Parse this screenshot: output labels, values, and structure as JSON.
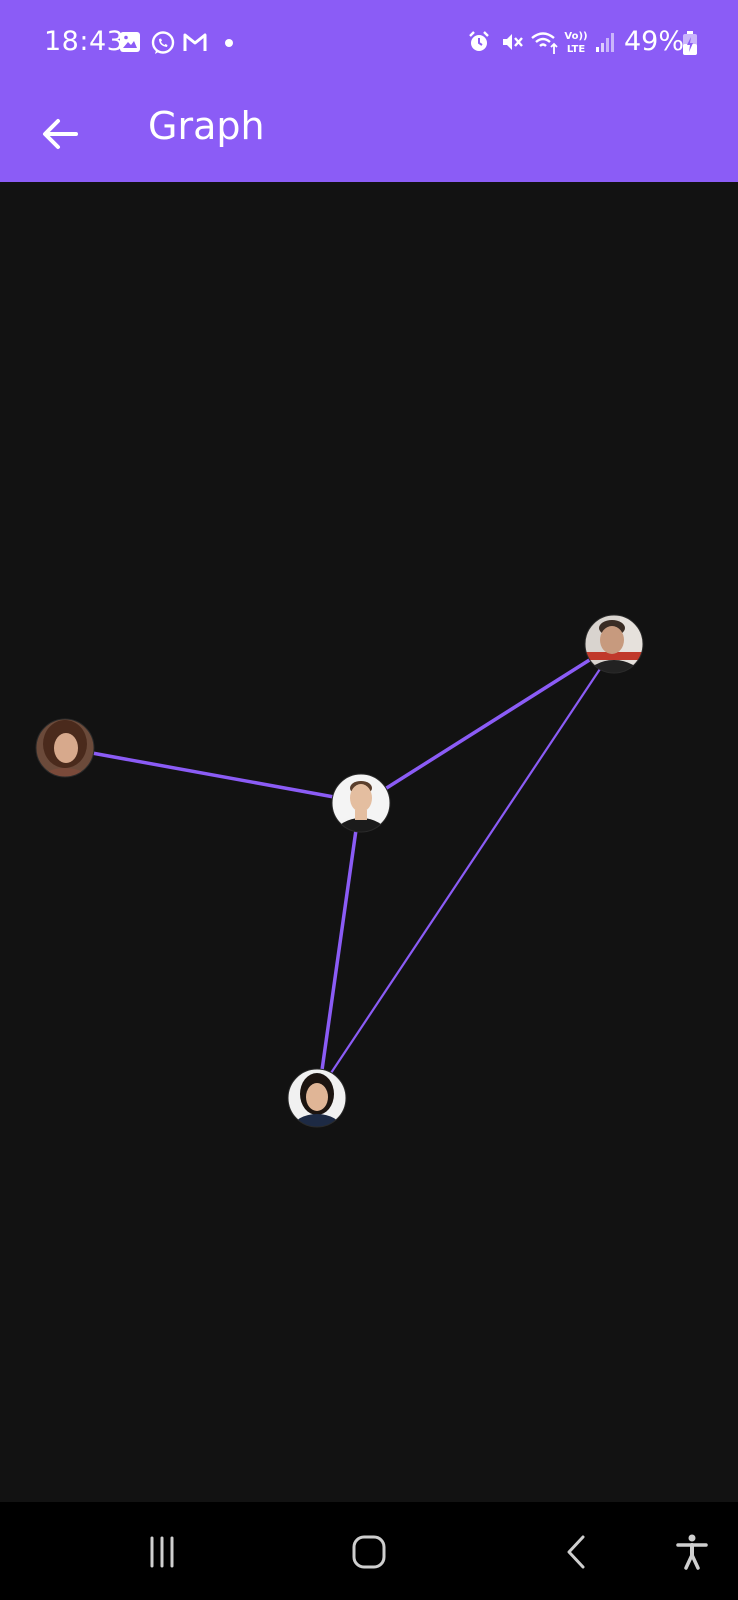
{
  "status_bar": {
    "time": "18:43",
    "battery": "49%",
    "left_icons": [
      "gallery-icon",
      "whatsapp-icon",
      "gmail-icon",
      "notification-dot-icon"
    ],
    "right_icons": [
      "alarm-icon",
      "mute-icon",
      "wifi-icon",
      "volte-icon",
      "signal-icon",
      "battery-charging-icon"
    ]
  },
  "app_bar": {
    "title": "Graph",
    "background": "#8B5CF6"
  },
  "graph": {
    "edge_color": "#8B5CF6",
    "nodes": [
      {
        "id": "person-top-right",
        "skin": "#c79a7e",
        "hair": "#3a2c24",
        "shirt": "#222222",
        "bg": "#d9d4cf"
      },
      {
        "id": "person-left",
        "skin": "#d7a98c",
        "hair": "#4a2a1c",
        "shirt": "#7a4a3a",
        "bg": "#6b4a3a"
      },
      {
        "id": "person-center",
        "skin": "#e4bea0",
        "hair": "#5a3e2b",
        "shirt": "#1b1b1b",
        "bg": "#f4f4f4"
      },
      {
        "id": "person-bottom",
        "skin": "#e0b596",
        "hair": "#1c1410",
        "shirt": "#1d2a44",
        "bg": "#f1f1f1"
      }
    ],
    "edges": [
      {
        "from": "person-left",
        "to": "person-center"
      },
      {
        "from": "person-center",
        "to": "person-top-right"
      },
      {
        "from": "person-center",
        "to": "person-bottom"
      },
      {
        "from": "person-top-right",
        "to": "person-bottom"
      }
    ]
  },
  "nav_bar": {
    "buttons": [
      "recent-apps-icon",
      "home-icon",
      "back-icon",
      "accessibility-icon"
    ]
  }
}
